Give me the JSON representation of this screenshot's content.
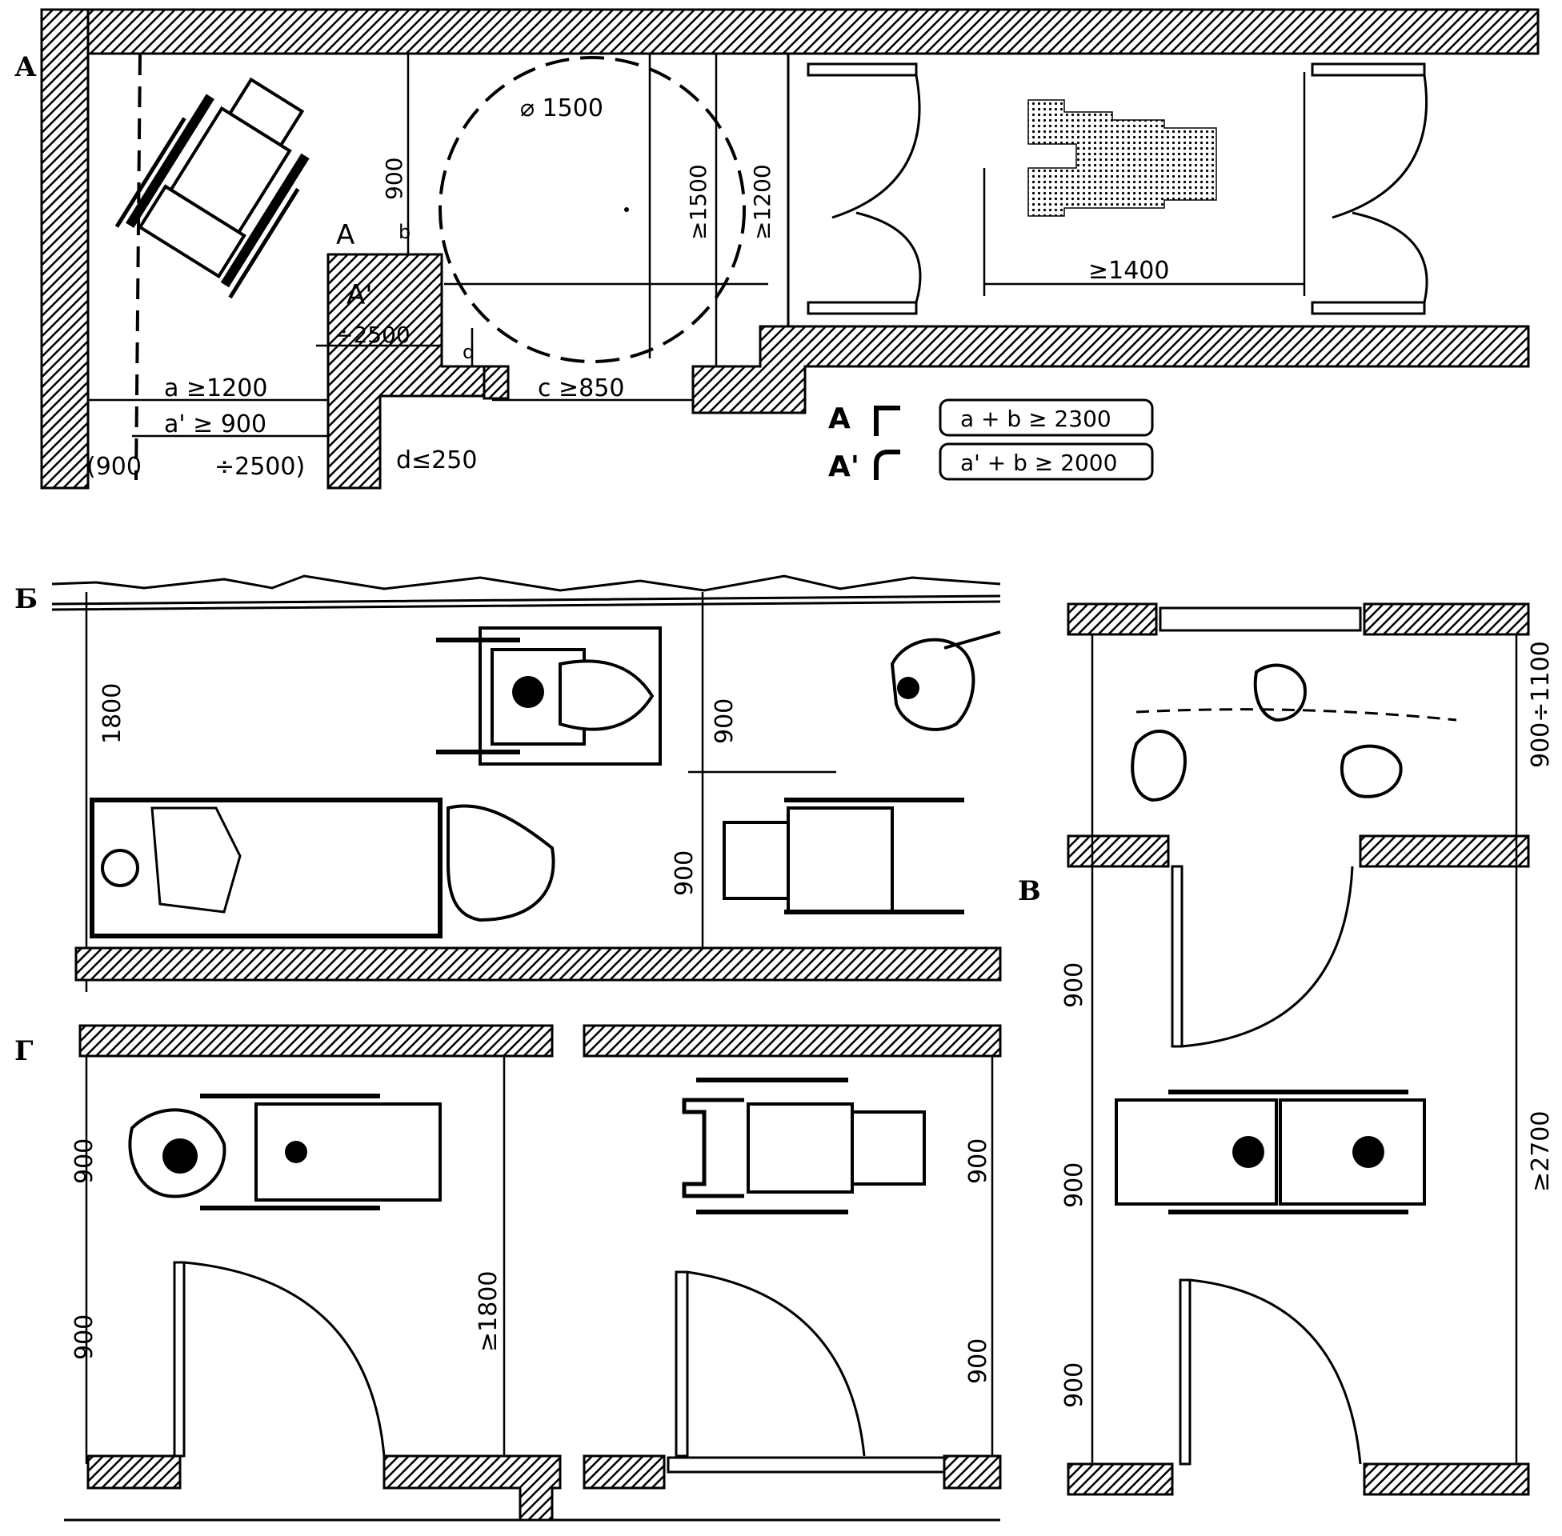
{
  "sections": {
    "a": {
      "letter": "А",
      "labels": {
        "corner_a": "А",
        "corner_a_prime": "А'",
        "diameter": "⌀ 1500",
        "b_mark": "b",
        "d_mark": "d",
        "h900": "900",
        "ge1500": "≥1500",
        "ge1200": "≥1200",
        "r2500": "÷2500",
        "a_ge1200": "a ≥1200",
        "aprime_ge900": "a' ≥ 900",
        "r900": "(900",
        "r2500b": "÷2500)",
        "c_ge850": "c ≥850",
        "d_le250": "d≤250",
        "ge1400": "≥1400"
      },
      "legend": [
        {
          "key": "А",
          "formula": "a + b  ≥ 2300"
        },
        {
          "key": "А'",
          "formula": "a' + b  ≥ 2000"
        }
      ]
    },
    "b": {
      "letter": "Б",
      "labels": {
        "w1800": "1800",
        "w900_top": "900",
        "w900_bottom": "900"
      }
    },
    "v": {
      "letter": "В",
      "labels": {
        "w900_1100": "900÷1100",
        "w900_a": "900",
        "w900_b": "900",
        "w900_c": "900",
        "ge2700": "≥2700"
      }
    },
    "g": {
      "letter": "Г",
      "labels": {
        "l900_a": "900",
        "l900_b": "900",
        "ge1800": "≥1800",
        "r900_a": "900",
        "r900_b": "900"
      }
    }
  }
}
